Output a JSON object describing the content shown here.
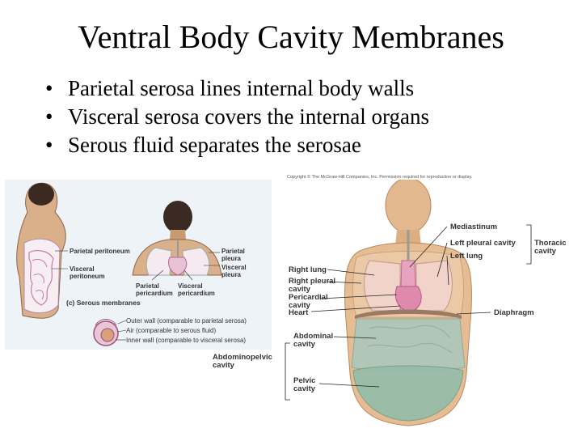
{
  "slide": {
    "title": "Ventral Body Cavity Membranes",
    "bullets": [
      "Parietal serosa lines internal body walls",
      "Visceral serosa covers the internal organs",
      "Serous fluid separates the serosae"
    ],
    "bullet_symbol": "•"
  },
  "figure_left": {
    "labels": {
      "parietal_peritoneum": "Parietal peritoneum",
      "visceral_peritoneum": "Visceral peritoneum",
      "parietal_pleura": "Parietal pleura",
      "visceral_pleura": "Visceral pleura",
      "parietal_pericardium": "Parietal pericardium",
      "visceral_pericardium": "Visceral pericardium",
      "caption": "(c) Serous membranes",
      "outer_wall": "Outer wall (comparable to parietal serosa)",
      "air": "Air (comparable to serous fluid)",
      "inner_wall": "Inner wall (comparable to visceral serosa)"
    }
  },
  "figure_right": {
    "copyright": "Copyright © The McGraw-Hill Companies, Inc. Permission required for reproduction or display.",
    "labels": {
      "mediastinum": "Mediastinum",
      "left_pleural_cavity": "Left pleural cavity",
      "left_lung": "Left lung",
      "thoracic_cavity": "Thoracic cavity",
      "right_lung": "Right lung",
      "right_pleural_cavity": "Right pleural cavity",
      "pericardial_cavity": "Pericardial cavity",
      "heart": "Heart",
      "diaphragm": "Diaphragm",
      "abdominal_cavity": "Abdominal cavity",
      "abdominopelvic_cavity": "Abdominopelvic cavity",
      "pelvic_cavity": "Pelvic cavity"
    }
  }
}
